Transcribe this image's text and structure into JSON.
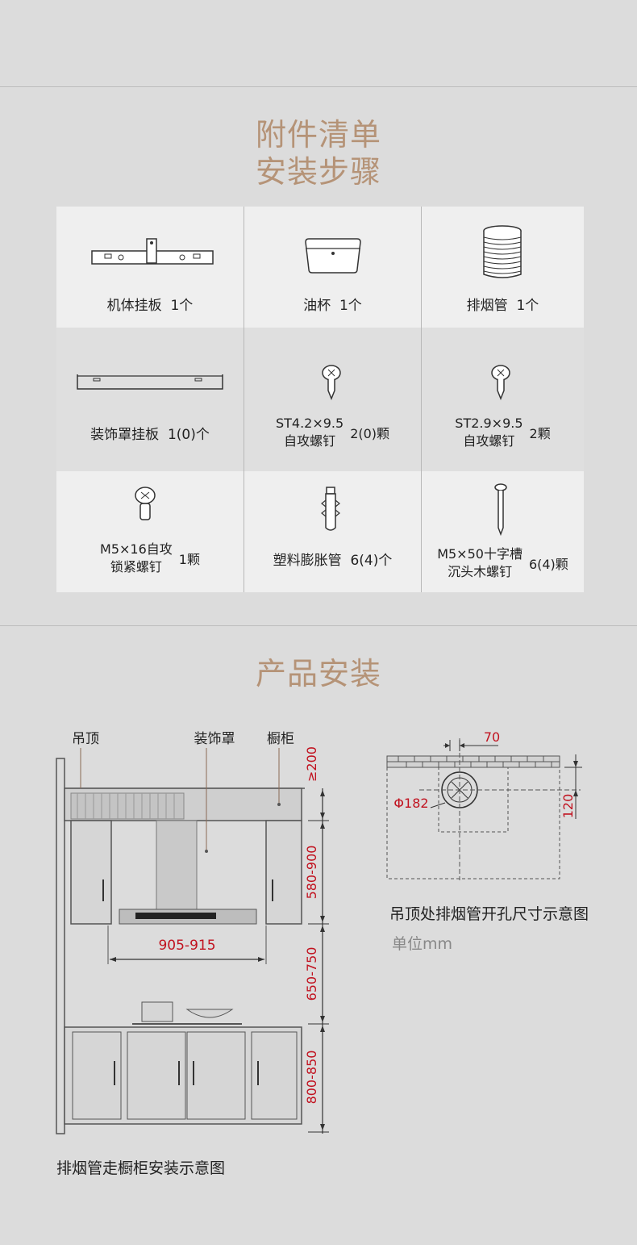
{
  "sections": {
    "accessories_title_line1": "附件清单",
    "accessories_title_line2": "安装步骤",
    "install_title": "产品安装"
  },
  "items": [
    {
      "name": "机体挂板",
      "qty": "1个"
    },
    {
      "name": "油杯",
      "qty": "1个"
    },
    {
      "name": "排烟管",
      "qty": "1个"
    },
    {
      "name": "装饰罩挂板",
      "qty": "1(0)个"
    },
    {
      "name_line1": "ST4.2×9.5",
      "name_line2": "自攻螺钉",
      "qty": "2(0)颗"
    },
    {
      "name_line1": "ST2.9×9.5",
      "name_line2": "自攻螺钉",
      "qty": "2颗"
    },
    {
      "name_line1": "M5×16自攻",
      "name_line2": "锁紧螺钉",
      "qty": "1颗"
    },
    {
      "name": "塑料膨胀管",
      "qty": "6(4)个"
    },
    {
      "name_line1": "M5×50十字槽",
      "name_line2": "沉头木螺钉",
      "qty": "6(4)颗"
    }
  ],
  "cabinet_diagram": {
    "label_ceiling": "吊顶",
    "label_cover": "装饰罩",
    "label_cabinet": "橱柜",
    "dim_top": "≥200",
    "dim_cover": "580-900",
    "dim_height": "650-750",
    "dim_counter": "800-850",
    "dim_width": "905-915",
    "caption": "排烟管走橱柜安装示意图"
  },
  "hole_diagram": {
    "dim_70": "70",
    "dim_diameter": "Φ182",
    "dim_120": "120",
    "caption": "吊顶处排烟管开孔尺寸示意图",
    "unit": "单位mm"
  },
  "colors": {
    "accent": "#b59377",
    "dim_red": "#c1121f",
    "background": "#dcdcdc"
  }
}
